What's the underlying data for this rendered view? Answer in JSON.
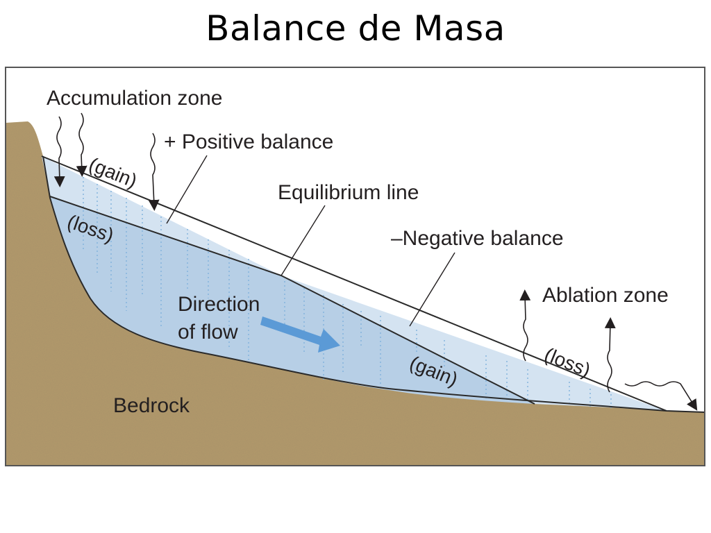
{
  "title": "Balance de Masa",
  "labels": {
    "accumulation_zone": "Accumulation zone",
    "positive_balance": "+ Positive balance",
    "gain_upper": "(gain)",
    "loss_upper": "(loss)",
    "equilibrium_line": "Equilibrium line",
    "negative_balance": "–Negative balance",
    "direction_line1": "Direction",
    "direction_line2": "of flow",
    "ablation_zone": "Ablation zone",
    "gain_lower": "(gain)",
    "loss_lower": "(loss)",
    "bedrock": "Bedrock"
  },
  "colors": {
    "bedrock": "#b39a6b",
    "ice_main": "#b7cfe6",
    "ice_light": "#d4e3f1",
    "flow_arrow": "#5b9ad6",
    "outline": "#2a2a2a"
  }
}
